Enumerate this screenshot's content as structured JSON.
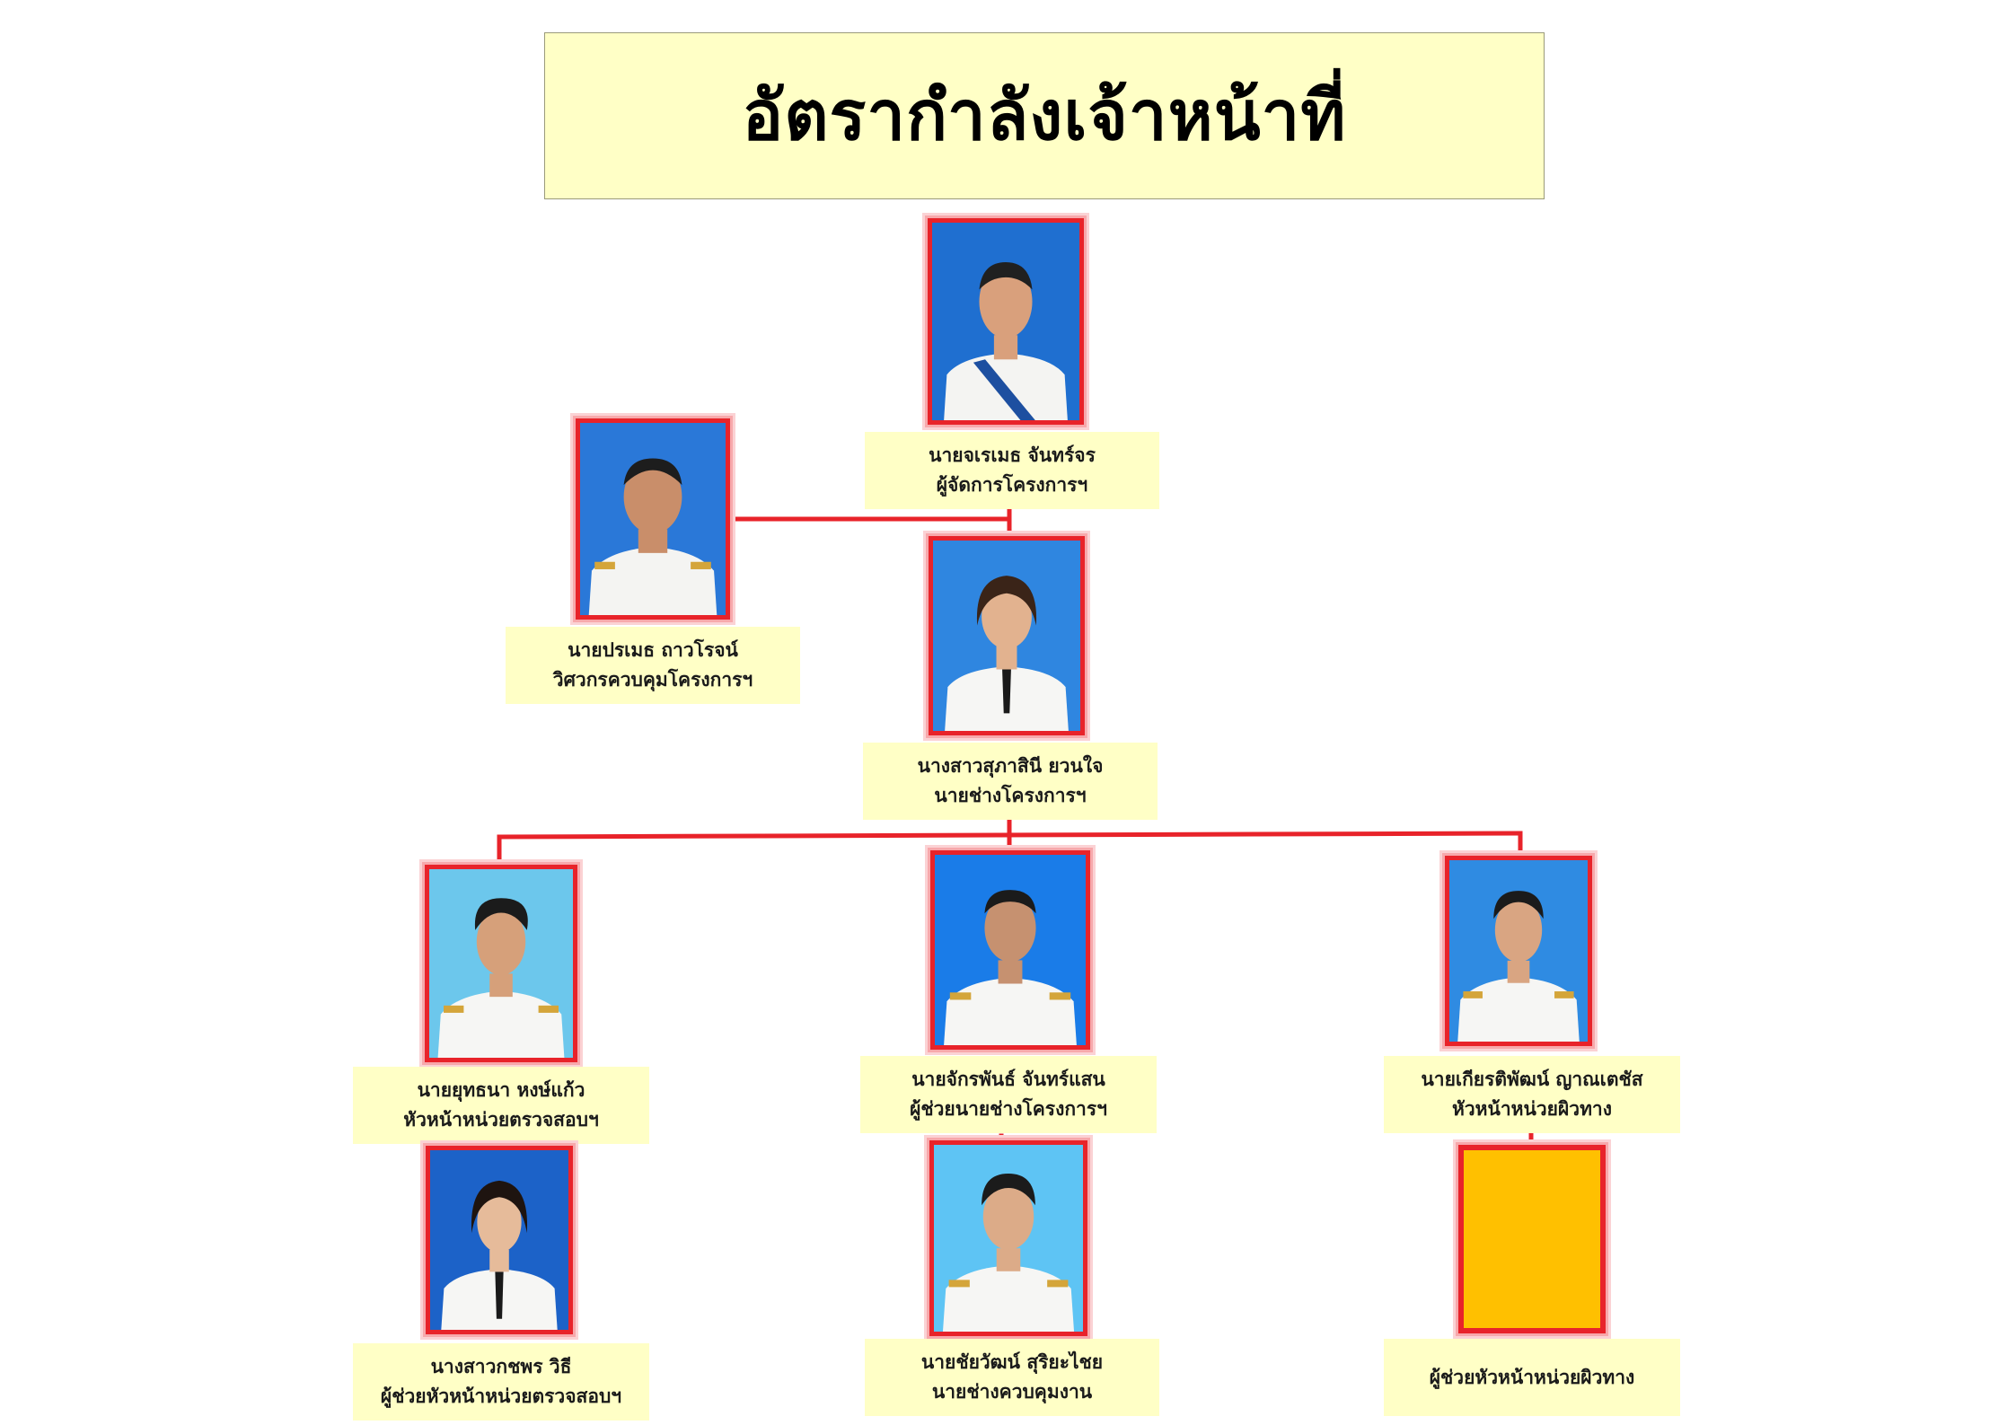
{
  "title": "อัตรากำลังเจ้าหน้าที่",
  "colors": {
    "title_bg": "#ffffc6",
    "label_bg": "#ffffc6",
    "frame": "#e8232a",
    "connector": "#e8232a",
    "placeholder": "#ffc000"
  },
  "people": {
    "manager": {
      "name": "นายจเรเมธ  จันทร์จร",
      "position": "ผู้จัดการโครงการฯ"
    },
    "control_engineer": {
      "name": "นายปรเมธ  ถาวโรจน์",
      "position": "วิศวกรควบคุมโครงการฯ"
    },
    "project_technician": {
      "name": "นางสาวสุภาสินี  ยวนใจ",
      "position": "นายช่างโครงการฯ"
    },
    "inspection_head": {
      "name": "นายยุทธนา  หงษ์แก้ว",
      "position": "หัวหน้าหน่วยตรวจสอบฯ"
    },
    "assistant_technician": {
      "name": "นายจักรพันธ์  จันทร์แสน",
      "position": "ผู้ช่วยนายช่างโครงการฯ"
    },
    "surface_head": {
      "name": "นายเกียรติพัฒน์  ญาณเตชัส",
      "position": "หัวหน้าหน่วยผิวทาง"
    },
    "inspection_assistant": {
      "name": "นางสาวกชพร  วิธี",
      "position": "ผู้ช่วยหัวหน้าหน่วยตรวจสอบฯ"
    },
    "work_control_technician": {
      "name": "นายชัยวัฒน์  สุริยะไชย",
      "position": "นายช่างควบคุมงาน"
    },
    "surface_assistant": {
      "name": "",
      "position": "ผู้ช่วยหัวหน้าหน่วยผิวทาง"
    }
  }
}
